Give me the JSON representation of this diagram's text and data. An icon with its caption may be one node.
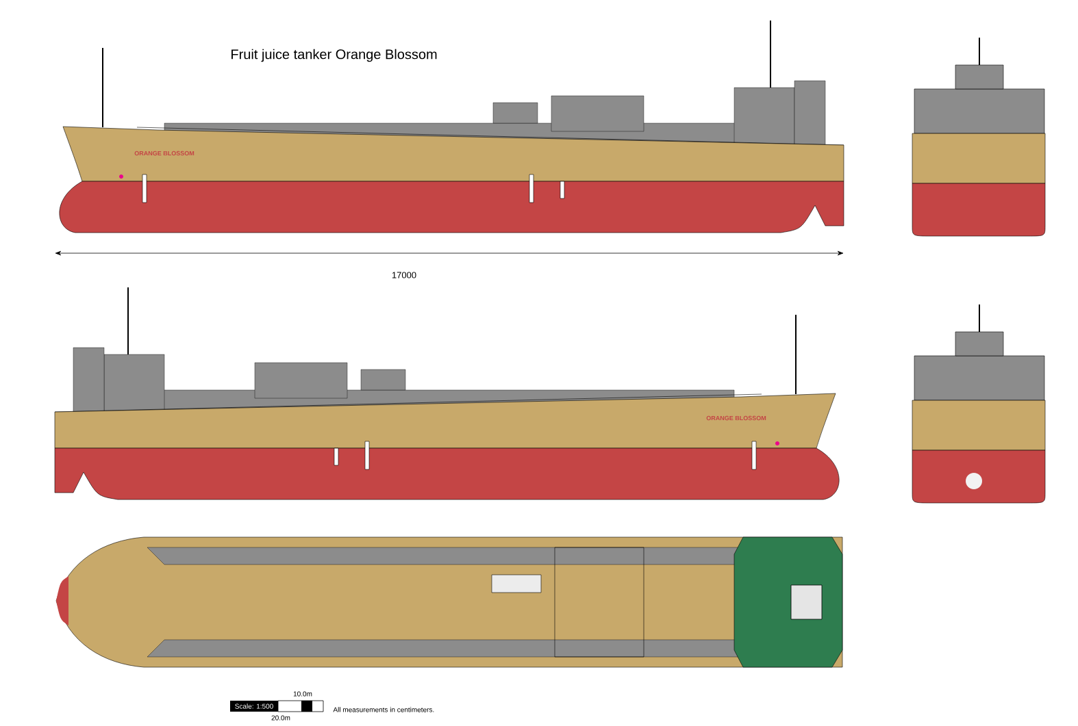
{
  "diagram": {
    "title": "Fruit juice tanker Orange Blossom",
    "labels": [
      "ORANGE BLOSSOM",
      "17000",
      "ORANGE BLOSSOM",
      "Scale: 1:500",
      "10.0m",
      "20.0m",
      "All measurements in centimeters."
    ]
  }
}
